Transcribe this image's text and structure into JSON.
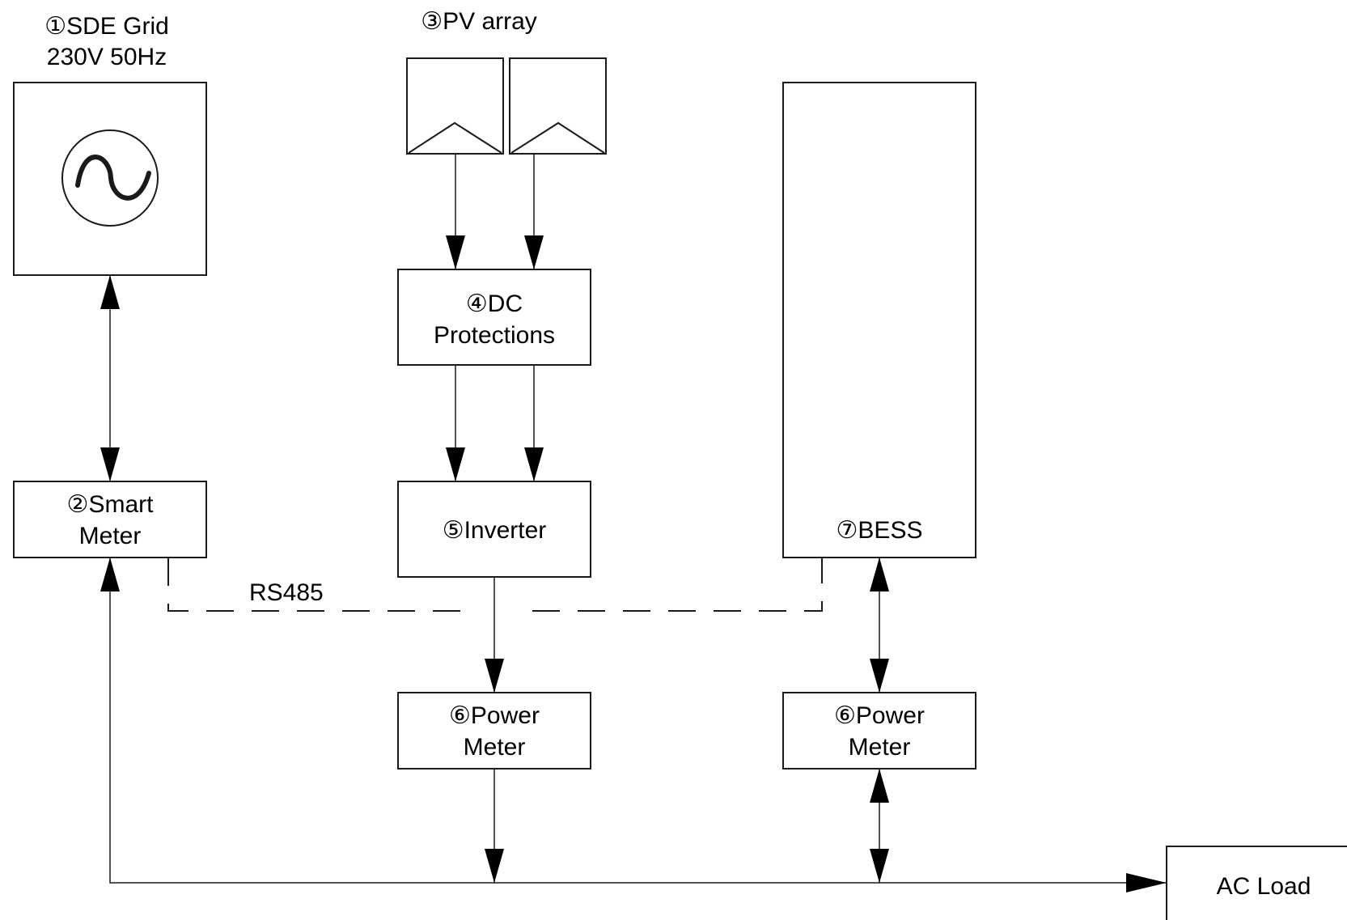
{
  "grid": {
    "num": "①",
    "title": "SDE Grid",
    "rating": "230V 50Hz"
  },
  "smart_meter": {
    "num": "②",
    "line1": "Smart",
    "line2": "Meter"
  },
  "pv_array": {
    "num": "③",
    "title": "PV array"
  },
  "dc_protections": {
    "num": "④",
    "line1": "DC",
    "line2": "Protections"
  },
  "inverter": {
    "num": "⑤",
    "label": "Inverter"
  },
  "power_meter_pv": {
    "num": "⑥",
    "line1": "Power",
    "line2": "Meter"
  },
  "bess": {
    "num": "⑦",
    "label": "BESS"
  },
  "power_meter_bess": {
    "num": "⑥",
    "line1": "Power",
    "line2": "Meter"
  },
  "comm_bus": {
    "label": "RS485"
  },
  "ac_load": {
    "label": "AC Load"
  },
  "icons": {
    "grid": "ac-source-sine-icon",
    "pv": "pv-panel-icon"
  }
}
